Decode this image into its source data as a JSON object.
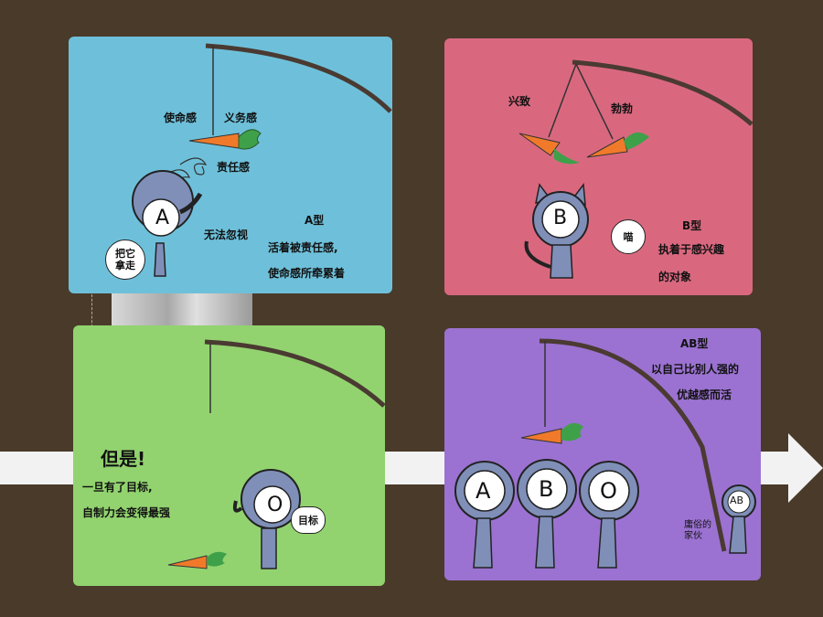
{
  "panel_a": {
    "labels": [
      "使命感",
      "义务感",
      "责任感",
      "无法忽视"
    ],
    "bubble": "把它\n拿走",
    "letter": "A",
    "type_title": "A型",
    "desc_line1": "活着被责任感,",
    "desc_line2": "使命感所牵累着"
  },
  "panel_b": {
    "labels": [
      "兴致",
      "勃勃"
    ],
    "bubble": "喵",
    "letter": "B",
    "type_title": "B型",
    "desc_line1": "执着于感兴趣",
    "desc_line2": "的对象"
  },
  "panel_o": {
    "heading": "但是!",
    "desc_line1": "一旦有了目标,",
    "desc_line2": "自制力会变得最强",
    "bubble": "目标",
    "letter": "O"
  },
  "panel_ab": {
    "type_title": "AB型",
    "desc_line1": "以自己比别人强的",
    "desc_line2": "优越感而活",
    "letters": [
      "A",
      "B",
      "O"
    ],
    "ab_letter": "AB",
    "ab_label_line1": "庸俗的",
    "ab_label_line2": "家伙"
  },
  "colors": {
    "background": "#4a3a2a",
    "panel_a": "#6ec0da",
    "panel_b": "#d9687f",
    "panel_o": "#92d36f",
    "panel_ab": "#9b72d1",
    "carrot": "#f07a2a",
    "arrow": "#f2f2f2"
  },
  "icons": [
    "carrot-icon",
    "fishing-rod-icon",
    "cat-ears-icon"
  ]
}
